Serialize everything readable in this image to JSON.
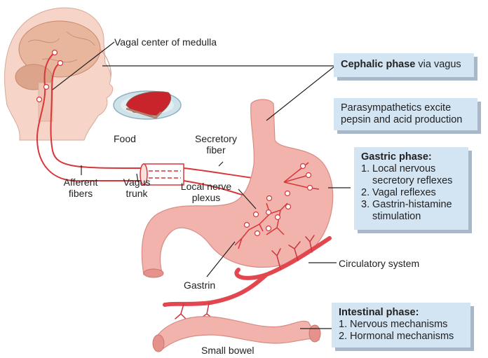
{
  "diagram": {
    "labels": {
      "vagal_center": "Vagal center of medulla",
      "food": "Food",
      "secretory_fiber": [
        "Secretory",
        "fiber"
      ],
      "afferent_fibers": [
        "Afferent",
        "fibers"
      ],
      "vagus_trunk": [
        "Vagus",
        "trunk"
      ],
      "local_nerve_plexus": [
        "Local nerve",
        "plexus"
      ],
      "gastrin": "Gastrin",
      "circulatory_system": "Circulatory system",
      "small_bowel": "Small bowel"
    },
    "boxes": {
      "cephalic": {
        "title": "Cephalic phase",
        "rest": " via vagus"
      },
      "parasympathetic": {
        "lines": [
          "Parasympathetics excite",
          "pepsin and acid production"
        ]
      },
      "gastric": {
        "title": "Gastric phase:",
        "items": [
          {
            "n": "1.",
            "lines": [
              "Local nervous",
              "secretory reflexes"
            ]
          },
          {
            "n": "2.",
            "lines": [
              "Vagal reflexes"
            ]
          },
          {
            "n": "3.",
            "lines": [
              "Gastrin-histamine",
              "stimulation"
            ]
          }
        ]
      },
      "intestinal": {
        "title": "Intestinal phase:",
        "items": [
          {
            "n": "1.",
            "lines": [
              "Nervous mechanisms"
            ]
          },
          {
            "n": "2.",
            "lines": [
              "Hormonal mechanisms"
            ]
          }
        ]
      }
    },
    "colors": {
      "tissue": "#f2b3ac",
      "tissue_dark": "#e4928b",
      "nerve": "#d9363a",
      "vessel": "#e2474f",
      "box_fill": "#d3e4f3",
      "box_shadow": "#a9b8c8",
      "skin": "#f6d5c8",
      "brain": "#e8b59d"
    }
  }
}
